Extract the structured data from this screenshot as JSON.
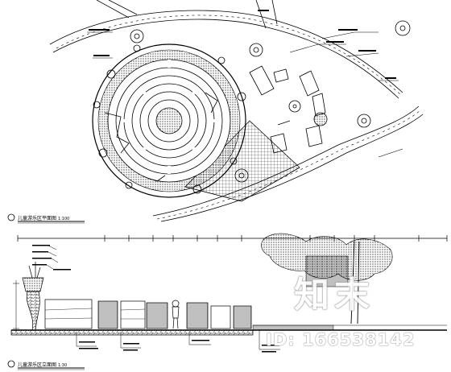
{
  "plan": {
    "title": "儿童游乐区平面图",
    "scale": "1:100"
  },
  "elevation": {
    "title": "儿童游乐区立面图",
    "scale": "1:30"
  },
  "watermark": {
    "brand": "知末",
    "id": "ID: 166538142"
  }
}
